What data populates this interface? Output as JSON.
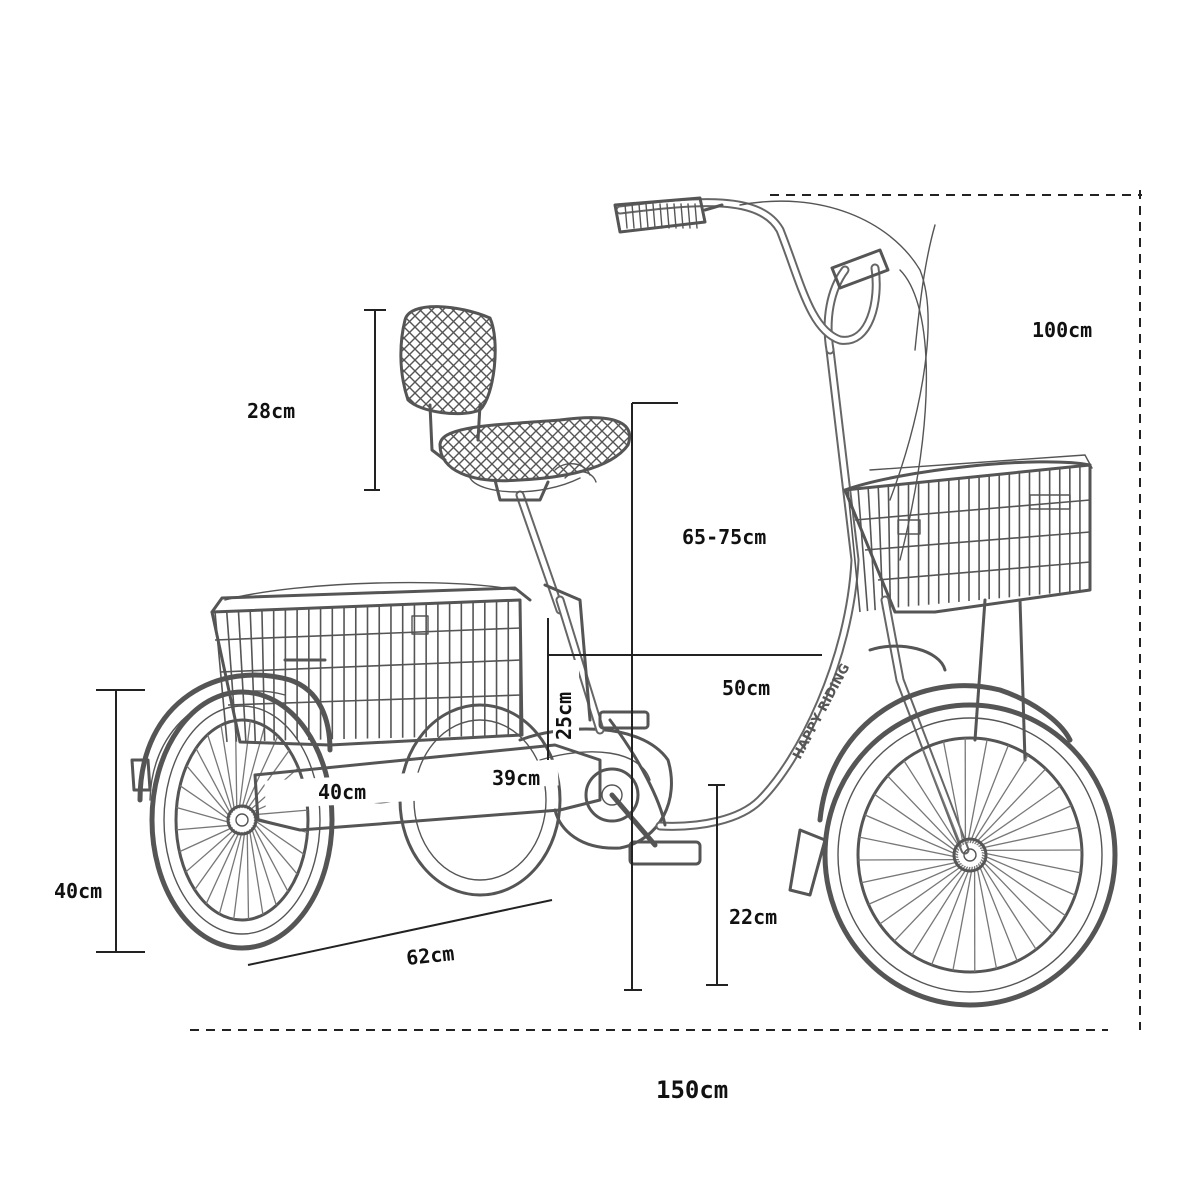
{
  "dimensions": {
    "total_height": "100cm",
    "total_length": "150cm",
    "backrest_height": "28cm",
    "seat_height": "65-75cm",
    "seat_to_handlebar": "50cm",
    "rear_basket_height": "25cm",
    "rear_basket_length": "40cm",
    "rear_basket_width": "39cm",
    "rear_wheel_height": "40cm",
    "rear_track": "62cm",
    "pedal_clearance": "22cm"
  },
  "frame_decal": "HAPPY RIDING",
  "colors": {
    "ink": "#555555",
    "dimension_line": "#222222",
    "background": "#ffffff"
  }
}
